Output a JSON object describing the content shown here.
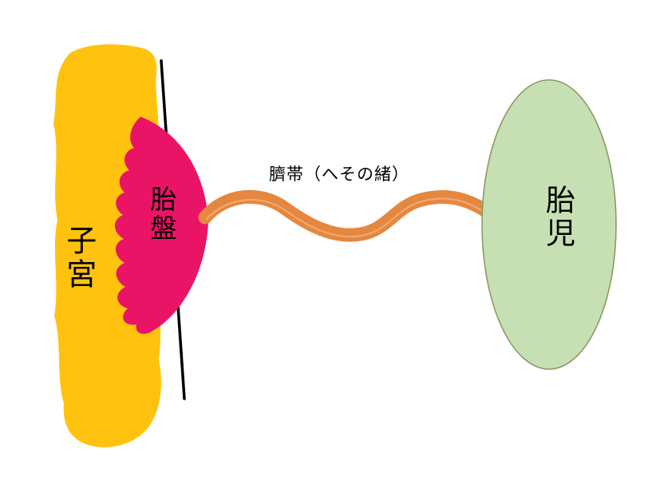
{
  "diagram": {
    "labels": {
      "uterus": "子宮",
      "placenta": "胎盤",
      "cord": "臍帯（へその緒）",
      "fetus": "胎児"
    },
    "colors": {
      "background": "#FFFFFF",
      "uterus": "#FFC20E",
      "placenta": "#EA1467",
      "cord": "#E5873E",
      "cord_highlight": "#F2B183",
      "fetus_fill": "#C6E0B4",
      "fetus_stroke": "#8A9B63",
      "divider_line": "#000000",
      "label_text": "#000000"
    }
  }
}
